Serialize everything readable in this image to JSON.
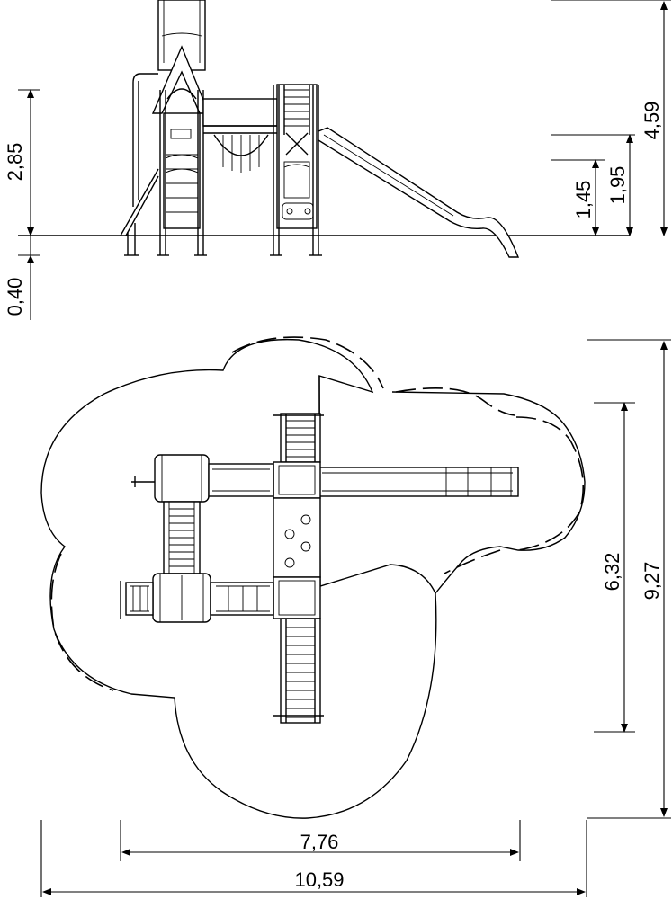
{
  "elevation": {
    "heights": {
      "overall_height": "4,59",
      "platform_height": "2,85",
      "foundation_depth": "0,40",
      "deck_height_low": "1,45",
      "deck_height_mid": "1,95"
    }
  },
  "plan": {
    "widths": {
      "equipment_width": "7,76",
      "safety_zone_width": "10,59"
    },
    "depths": {
      "equipment_depth": "6,32",
      "safety_zone_depth": "9,27"
    }
  }
}
